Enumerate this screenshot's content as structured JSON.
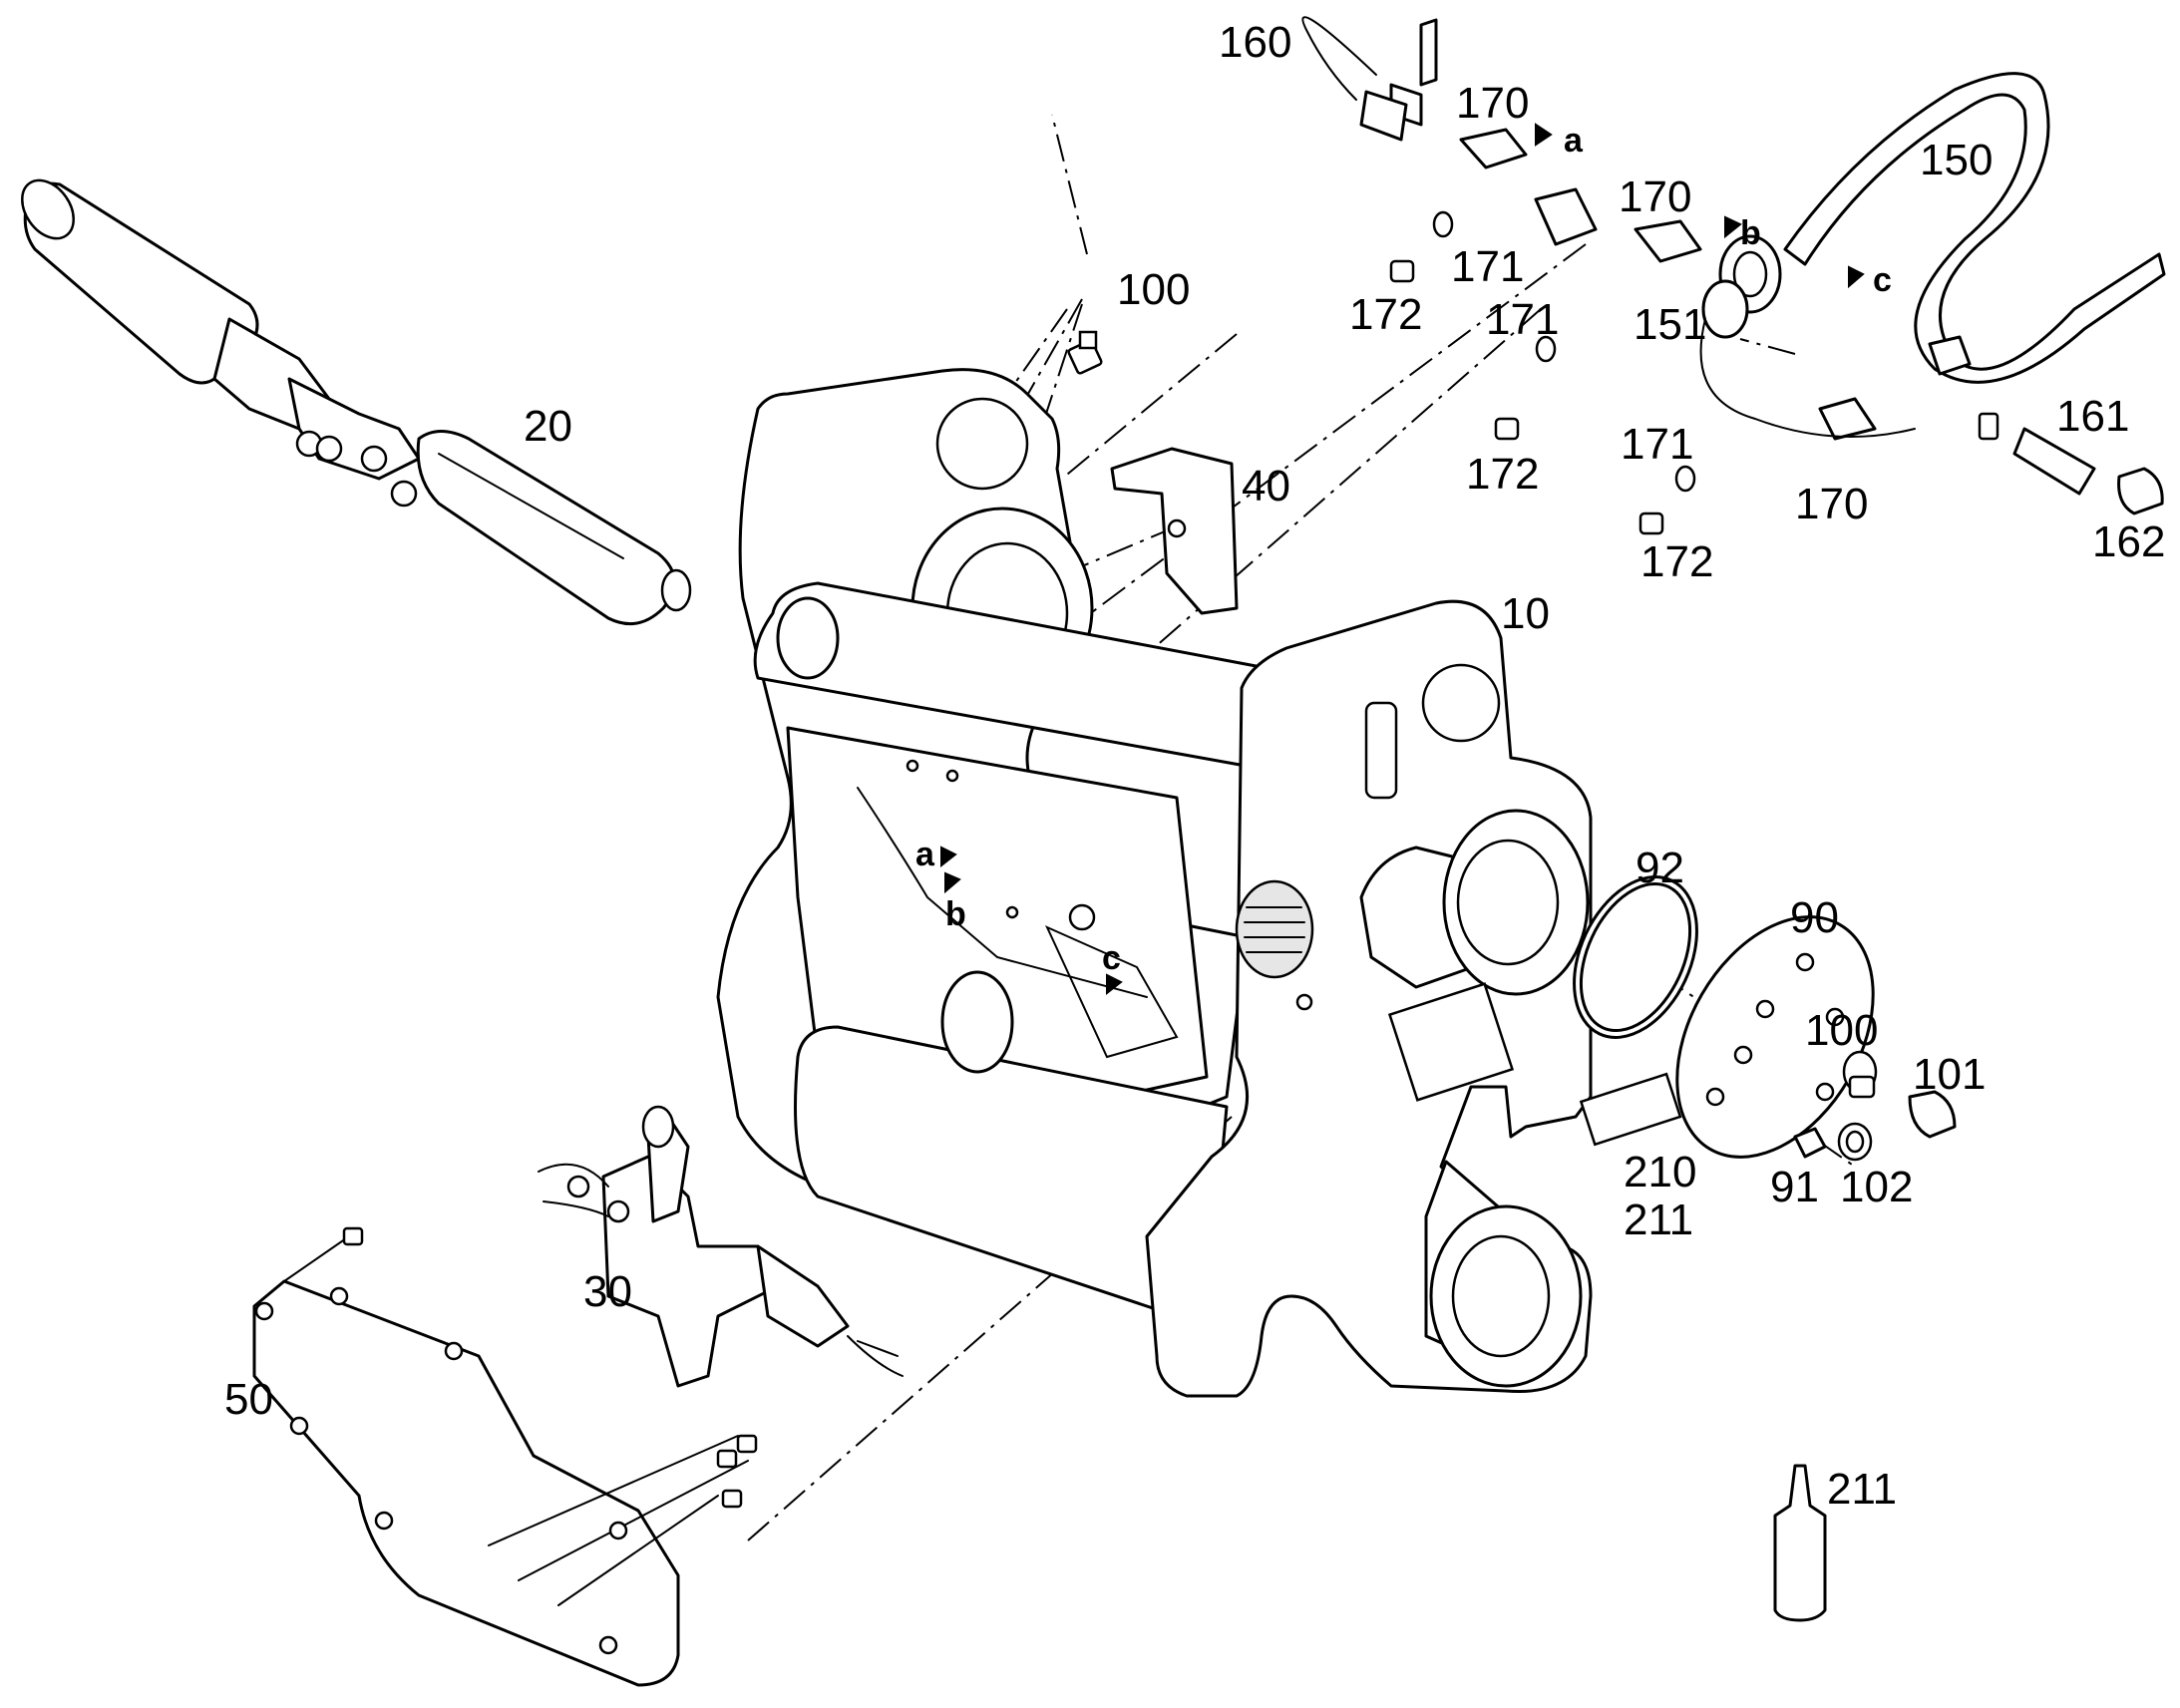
{
  "callouts": [
    {
      "id": "c160",
      "text": "160"
    },
    {
      "id": "c170a",
      "text": "170"
    },
    {
      "id": "c170b",
      "text": "170"
    },
    {
      "id": "c170c",
      "text": "170"
    },
    {
      "id": "c150",
      "text": "150"
    },
    {
      "id": "c171a",
      "text": "171"
    },
    {
      "id": "c171b",
      "text": "171"
    },
    {
      "id": "c171c",
      "text": "171"
    },
    {
      "id": "c172a",
      "text": "172"
    },
    {
      "id": "c172b",
      "text": "172"
    },
    {
      "id": "c172c",
      "text": "172"
    },
    {
      "id": "c151",
      "text": "151"
    },
    {
      "id": "c161",
      "text": "161"
    },
    {
      "id": "c162",
      "text": "162"
    },
    {
      "id": "c100a",
      "text": "100"
    },
    {
      "id": "c100b",
      "text": "100"
    },
    {
      "id": "c20",
      "text": "20"
    },
    {
      "id": "c40",
      "text": "40"
    },
    {
      "id": "c10",
      "text": "10"
    },
    {
      "id": "c92",
      "text": "92"
    },
    {
      "id": "c90",
      "text": "90"
    },
    {
      "id": "c101",
      "text": "101"
    },
    {
      "id": "c91",
      "text": "91"
    },
    {
      "id": "c102",
      "text": "102"
    },
    {
      "id": "c210",
      "text": "210"
    },
    {
      "id": "c211a",
      "text": "211"
    },
    {
      "id": "c211b",
      "text": "211"
    },
    {
      "id": "c30",
      "text": "30"
    },
    {
      "id": "c50",
      "text": "50"
    }
  ],
  "reference_letters": [
    {
      "id": "ra1",
      "text": "a"
    },
    {
      "id": "rb1",
      "text": "b"
    },
    {
      "id": "rc1",
      "text": "c"
    },
    {
      "id": "ra2",
      "text": "a"
    },
    {
      "id": "rb2",
      "text": "b"
    },
    {
      "id": "rc2",
      "text": "c"
    }
  ],
  "icons": {
    "main_frame": "main-frame-10",
    "cylinder": "hydraulic-cylinder-20",
    "valve": "control-valve-30",
    "bracket": "bracket-40",
    "cover_plate": "cover-plate-50",
    "bearing_cover": "bearing-cover-90",
    "o_ring": "o-ring-92",
    "hose": "hose-150",
    "adhesive_bottle": "adhesive-bottle-211"
  }
}
